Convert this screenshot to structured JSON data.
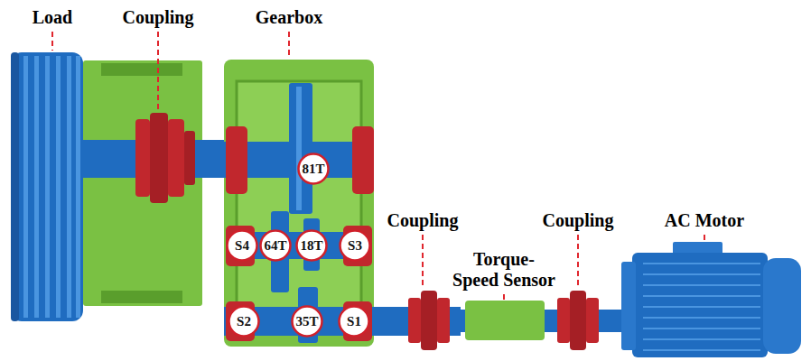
{
  "diagram": {
    "nodes": [
      {
        "text": [
          "81T"
        ]
      },
      {
        "text": [
          "S4"
        ]
      },
      {
        "text": [
          "64T"
        ]
      },
      {
        "text": [
          "18T"
        ]
      },
      {
        "text": [
          "S3"
        ]
      },
      {
        "text": [
          "S2"
        ]
      },
      {
        "text": [
          "35T"
        ]
      },
      {
        "text": [
          "S1"
        ]
      }
    ],
    "labels": [
      "Load",
      "Coupling",
      "Gearbox",
      "Coupling",
      "Coupling",
      "AC Motor",
      "Torque- Speed Sensor"
    ]
  }
}
